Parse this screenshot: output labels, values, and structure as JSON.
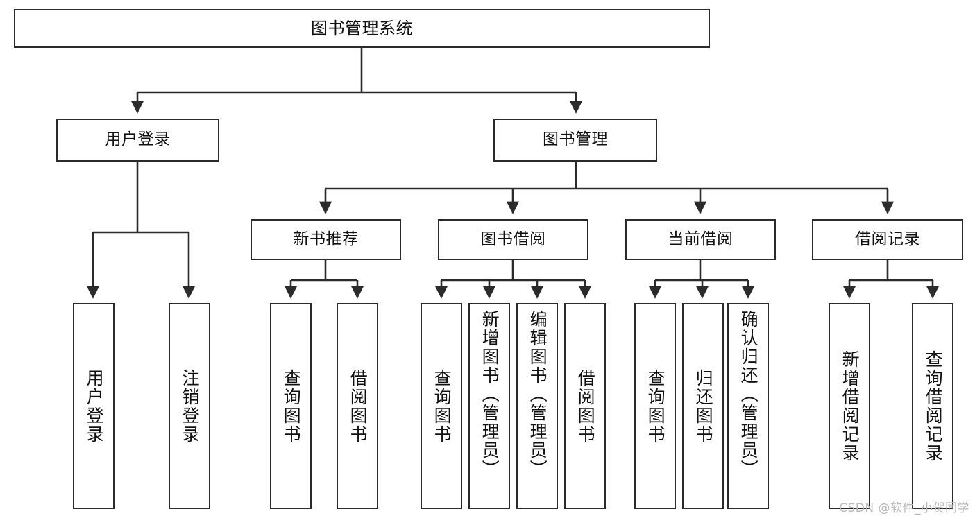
{
  "diagram": {
    "title": "图书管理系统",
    "type": "function-structure-tree",
    "style": {
      "box_border_color": "#2b2b2b",
      "box_fill_color": "#ffffff",
      "connector_color": "#2b2b2b",
      "background_color": "#ffffff",
      "text_color": "#111111"
    },
    "watermark": "CSDN @软件_小贺同学",
    "root": {
      "id": "root",
      "label": "图书管理系统"
    },
    "level2": [
      {
        "id": "n-user-login",
        "label": "用户登录"
      },
      {
        "id": "n-book-manage",
        "label": "图书管理"
      }
    ],
    "level3": [
      {
        "id": "n-new-book-rec",
        "label": "新书推荐",
        "parent": "n-book-manage"
      },
      {
        "id": "n-book-borrow",
        "label": "图书借阅",
        "parent": "n-book-manage"
      },
      {
        "id": "n-current-borrow",
        "label": "当前借阅",
        "parent": "n-book-manage"
      },
      {
        "id": "n-borrow-record",
        "label": "借阅记录",
        "parent": "n-book-manage"
      }
    ],
    "leaves": [
      {
        "id": "leaf-user-login",
        "label": "用户登录",
        "parent": "n-user-login"
      },
      {
        "id": "leaf-user-logout",
        "label": "注销登录",
        "parent": "n-user-login"
      },
      {
        "id": "leaf-query-book-1",
        "label": "查询图书",
        "parent": "n-new-book-rec"
      },
      {
        "id": "leaf-borrow-book-1",
        "label": "借阅图书",
        "parent": "n-new-book-rec"
      },
      {
        "id": "leaf-query-book-2",
        "label": "查询图书",
        "parent": "n-book-borrow"
      },
      {
        "id": "leaf-add-book",
        "label": "新增图书（管理员）",
        "parent": "n-book-borrow"
      },
      {
        "id": "leaf-edit-book",
        "label": "编辑图书（管理员）",
        "parent": "n-book-borrow"
      },
      {
        "id": "leaf-borrow-book-2",
        "label": "借阅图书",
        "parent": "n-book-borrow"
      },
      {
        "id": "leaf-query-book-3",
        "label": "查询图书",
        "parent": "n-current-borrow"
      },
      {
        "id": "leaf-return-book",
        "label": "归还图书",
        "parent": "n-current-borrow"
      },
      {
        "id": "leaf-confirm-return",
        "label": "确认归还（管理员）",
        "parent": "n-current-borrow"
      },
      {
        "id": "leaf-add-record",
        "label": "新增借阅记录",
        "parent": "n-borrow-record"
      },
      {
        "id": "leaf-query-record",
        "label": "查询借阅记录",
        "parent": "n-borrow-record"
      }
    ]
  }
}
